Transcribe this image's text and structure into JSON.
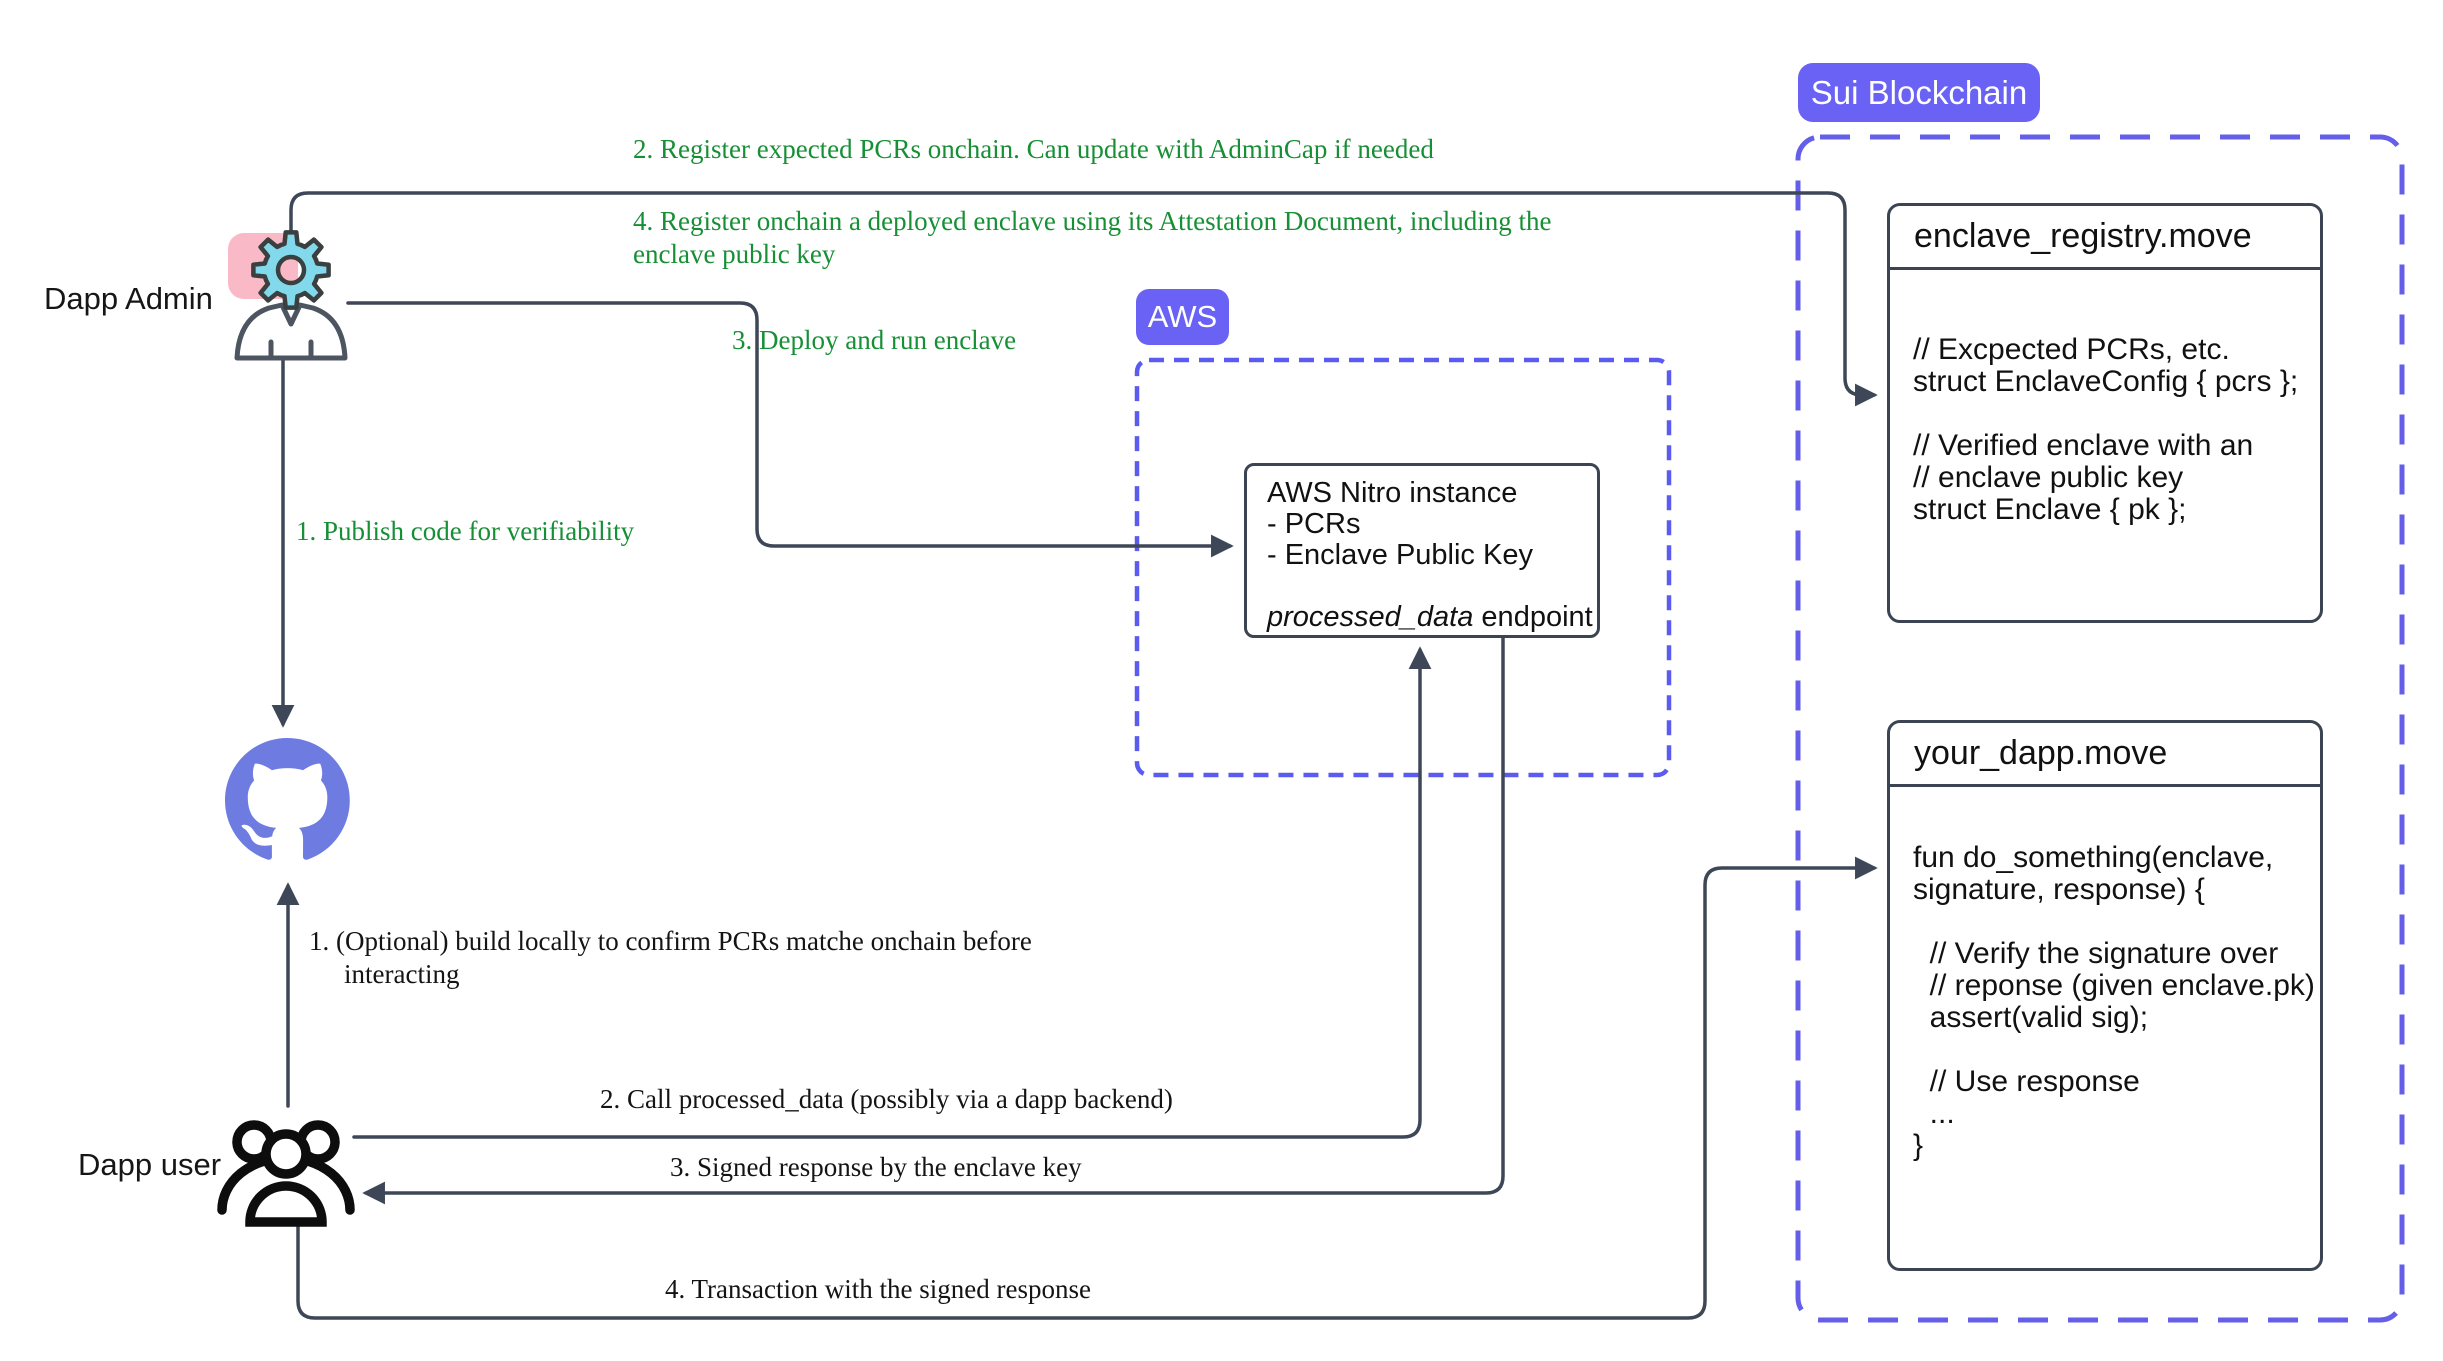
{
  "badges": {
    "sui": {
      "label": "Sui Blockchain"
    },
    "aws": {
      "label": "AWS"
    }
  },
  "actors": {
    "admin": {
      "label": "Dapp Admin"
    },
    "user": {
      "label": "Dapp user"
    }
  },
  "annotations": {
    "admin_steps": {
      "publish": "1. Publish code for verifiability",
      "register": "2. Register expected PCRs onchain. Can update with AdminCap if needed",
      "deploy": "3. Deploy and run enclave",
      "attest": "4. Register onchain a deployed enclave using its Attestation Document, including the enclave public key"
    },
    "user_steps": {
      "build": "1. (Optional) build locally to confirm PCRs matche onchain before interacting",
      "call": "2. Call processed_data (possibly via a dapp backend)",
      "signed": "3. Signed response by the enclave key",
      "transact": "4. Transaction with the signed response"
    }
  },
  "boxes": {
    "registry": {
      "title": "enclave_registry.move",
      "lines": [
        "// Excpected PCRs, etc.",
        "struct EnclaveConfig { pcrs };",
        " ",
        "// Verified enclave with an",
        "// enclave public key",
        "struct Enclave { pk };"
      ]
    },
    "dapp": {
      "title": "your_dapp.move",
      "lines": [
        "fun do_something(enclave,",
        "signature, response) {",
        " ",
        "  // Verify the signature over",
        "  // reponse (given enclave.pk)",
        "  assert(valid sig);",
        " ",
        "  // Use response",
        "  ...",
        "}"
      ]
    },
    "nitro": {
      "lines": [
        "AWS Nitro instance",
        "- PCRs",
        "- Enclave Public Key",
        " "
      ],
      "endpoint": {
        "italic": "processed_data",
        "rest": " endpoint"
      }
    }
  },
  "colors": {
    "badge_purple": "#6a62f5",
    "dash_purple": "#655ee9",
    "line_dark": "#3e4757",
    "annotation_green": "#168f35",
    "github_purple": "#6e7ce2",
    "gear_cyan": "#82d9ec",
    "gear_pink": "#f9b9c6"
  }
}
